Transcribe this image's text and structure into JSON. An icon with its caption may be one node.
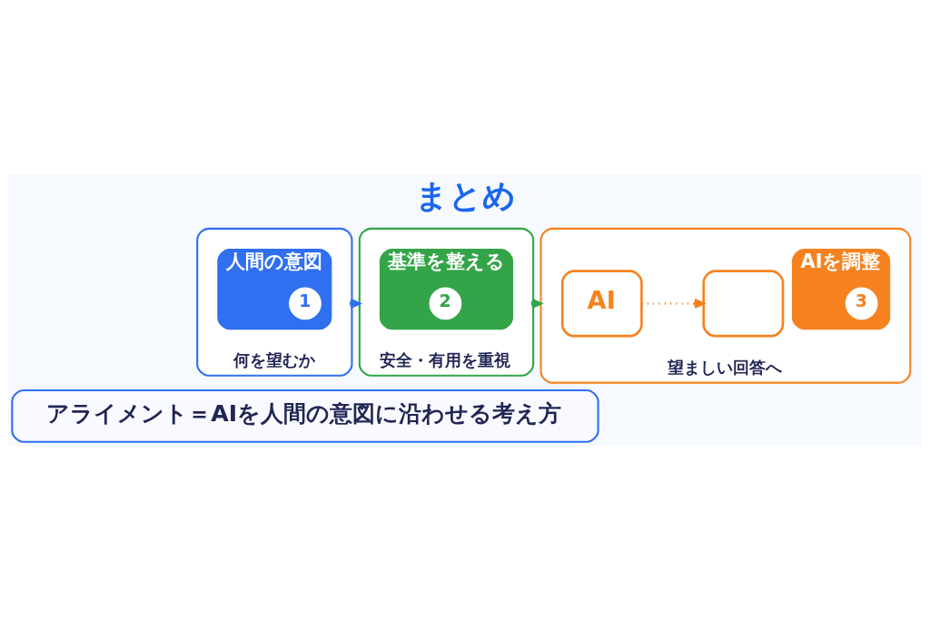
{
  "diagram": {
    "title": "まとめ",
    "nodes": [
      {
        "text": [
          "何を望むか"
        ]
      },
      {
        "text": [
          "人間の意図"
        ],
        "in": 0
      },
      {
        "text": [
          "1"
        ],
        "in": 1
      },
      {
        "text": [
          "安全・有用を重視"
        ]
      },
      {
        "text": [
          "基準を整える"
        ],
        "in": 3
      },
      {
        "text": [
          "2"
        ],
        "in": 4
      },
      {
        "text": [
          "望ましい回答へ"
        ]
      },
      {
        "text": [
          "AIを調整"
        ],
        "in": 6
      },
      {
        "text": [
          "3"
        ],
        "in": 7
      },
      {
        "text": [
          "AI"
        ],
        "in": 6
      },
      {
        "text": [],
        "shape": "box",
        "in": 6
      },
      {
        "text": [
          "アライメント＝AIを人間の意図に沿わせる考え方"
        ]
      }
    ],
    "edges": [
      {
        "from": 0,
        "to": 3,
        "arrow": "to",
        "style": "dashed",
        "color": "#2f6ff0"
      },
      {
        "from": 3,
        "to": 6,
        "arrow": "to",
        "style": "dashed",
        "color": "#33a548"
      },
      {
        "from": 9,
        "to": 10,
        "arrow": "to",
        "style": "dashed",
        "color": "#f5821f"
      }
    ]
  }
}
